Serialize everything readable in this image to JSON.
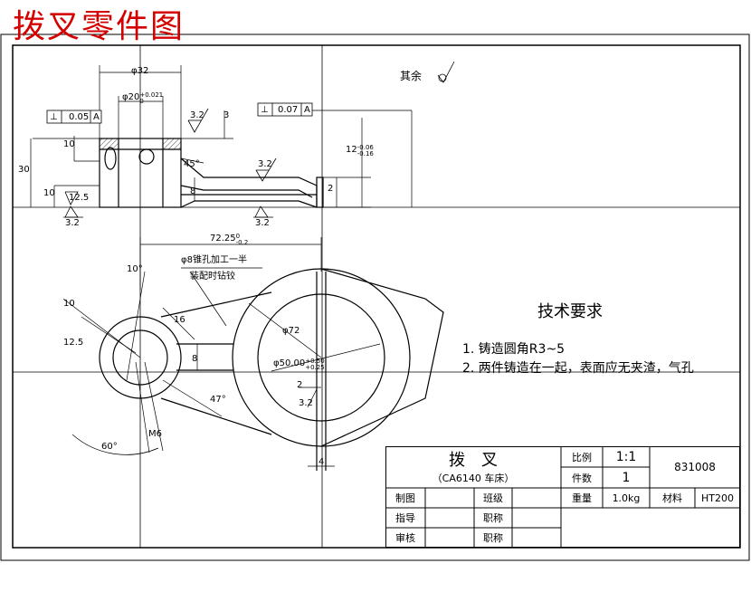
{
  "page_title": "拨叉零件图",
  "surface_note": {
    "label": "其余"
  },
  "tolerance_frames": [
    {
      "symbol": "⊥",
      "value": "0.05",
      "datum": "A"
    },
    {
      "symbol": "⊥",
      "value": "0.07",
      "datum": "A"
    }
  ],
  "dimensions": {
    "dia32": "φ32",
    "dia20": "φ20",
    "dia20_tol": "+0.021",
    "dia20_tol_low": "0",
    "d3": "3",
    "d10a": "10",
    "d30": "30",
    "d10b": "10",
    "d8a": "8",
    "d2": "2",
    "d12": "12",
    "d12_tol": "-0.06",
    "d12_tol_low": "-0.16",
    "angle45": "45°",
    "d7225": "72.25",
    "d7225_tol": "0",
    "d7225_tol_low": "-0.2",
    "hole_note": "φ8锥孔加工一半",
    "hole_note2": "装配时钻铰",
    "angle10": "10°",
    "d10c": "10",
    "r125": "12.5",
    "d16": "16",
    "dia72": "φ72",
    "dia50": "φ50.00",
    "dia50_tol": "+0.50",
    "dia50_tol_low": "+0.25",
    "d8b": "8",
    "d2b": "2",
    "angle47": "47°",
    "angle60": "60°",
    "m6": "M6",
    "d4": "4"
  },
  "roughness": {
    "r1": "3.2",
    "r2": "3.2",
    "r3": "12.5",
    "r4": "3.2",
    "r5": "3.2",
    "r6": "3.2"
  },
  "tech_req": {
    "title": "技术要求",
    "items": [
      "1. 铸造圆角R3~5",
      "2. 两件铸造在一起，表面应无夹渣，气孔"
    ]
  },
  "title_block": {
    "part_name": "拨　叉",
    "machine": "（CA6140 车床）",
    "scale_label": "比例",
    "scale_value": "1:1",
    "qty_label": "件数",
    "qty_value": "1",
    "drawing_no": "831008",
    "weight_label": "重量",
    "weight_value": "1.0kg",
    "material_label": "材料",
    "material_value": "HT200",
    "drawn_label": "制图",
    "guide_label": "指导",
    "review_label": "审核",
    "class_label": "班级",
    "title_label1": "职称",
    "title_label2": "职称"
  }
}
